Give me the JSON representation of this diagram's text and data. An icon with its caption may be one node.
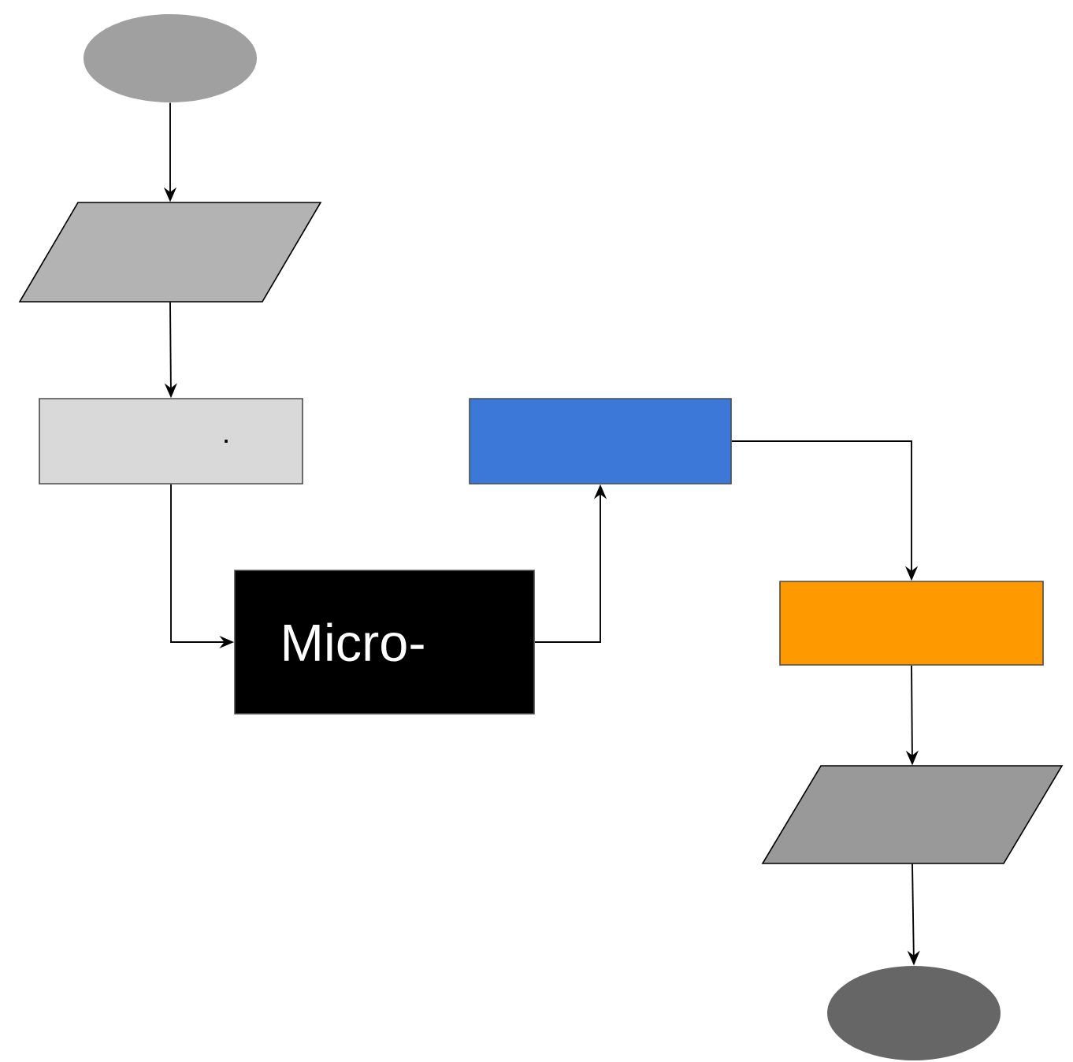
{
  "diagram": {
    "nodes": [
      {
        "text": [],
        "shape": "ellipse"
      },
      {
        "text": [],
        "shape": "parallelogram"
      },
      {
        "text": [
          "."
        ]
      },
      {
        "text": [],
        "shape": "box"
      },
      {
        "text": [
          "Micro-"
        ]
      },
      {
        "text": [],
        "shape": "box"
      },
      {
        "text": [],
        "shape": "parallelogram"
      },
      {
        "text": [],
        "shape": "ellipse"
      }
    ],
    "edges": [
      {
        "from": 0,
        "to": 1,
        "arrow": "to"
      },
      {
        "from": 1,
        "to": 2,
        "arrow": "to"
      },
      {
        "from": 2,
        "to": 4,
        "arrow": "to"
      },
      {
        "from": 4,
        "to": 3,
        "arrow": "to"
      },
      {
        "from": 3,
        "to": 5,
        "arrow": "to"
      },
      {
        "from": 5,
        "to": 6,
        "arrow": "to"
      },
      {
        "from": 6,
        "to": 7,
        "arrow": "to"
      }
    ]
  }
}
